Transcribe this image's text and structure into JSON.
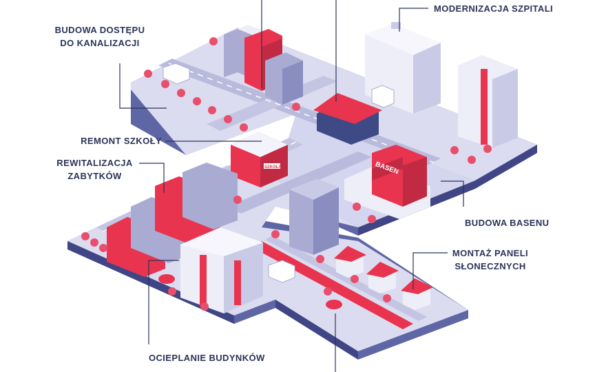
{
  "colors": {
    "ink": "#2b3358",
    "navy": "#3d4a86",
    "platform_top": "#dcdcf0",
    "platform_side": "#5f66a6",
    "platform_side_dark": "#3f4585",
    "road": "#b9bbdc",
    "accent_red": "#e8344e",
    "white_building": "#eeeef8",
    "grey_building": "#a9abd2"
  },
  "labels": {
    "kanalizacja": [
      "BUDOWA DOSTĘPU",
      "DO KANALIZACJI"
    ],
    "szpitali": [
      "MODERNIZACJA SZPITALI"
    ],
    "szkoly": [
      "REMONT SZKOŁY"
    ],
    "zabytkow": [
      "REWITALIZACJA",
      "ZABYTKÓW"
    ],
    "basenu": [
      "BUDOWA BASENU"
    ],
    "paneli": [
      "MONTAŻ PANELI",
      "SŁONECZNYCH"
    ],
    "ocieplanie": [
      "OCIEPLANIE BUDYNKÓW"
    ]
  },
  "signs": {
    "basen": "BASEN",
    "szkola": "SZKOŁA"
  }
}
